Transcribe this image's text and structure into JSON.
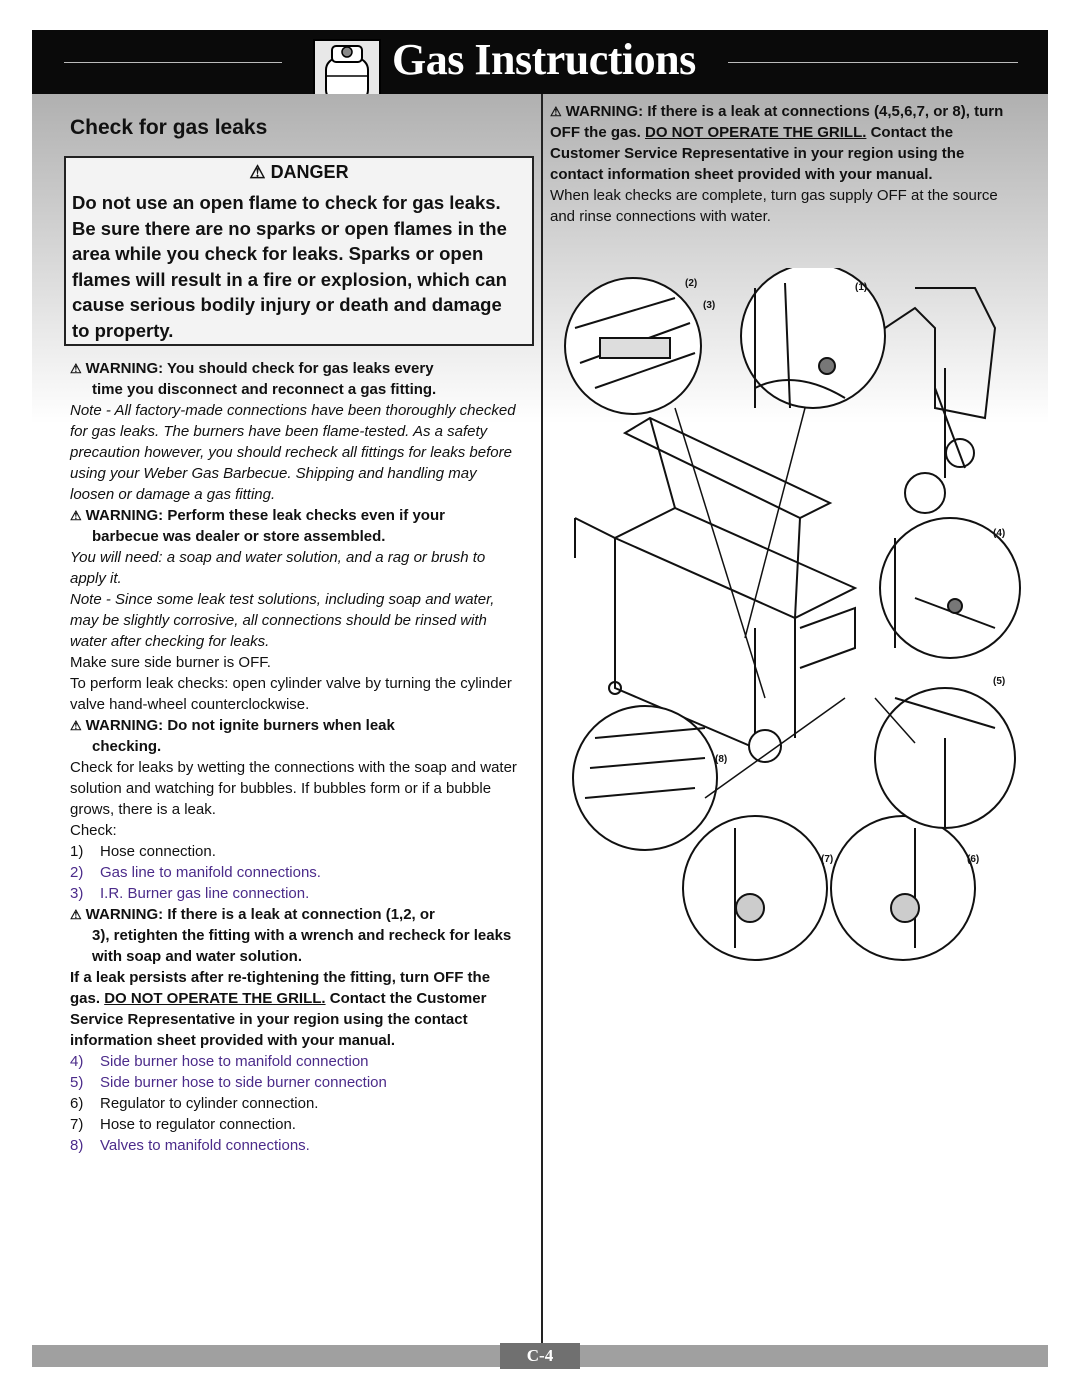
{
  "header": {
    "title": "Gas Instructions"
  },
  "section_title": "Check for gas leaks",
  "danger": {
    "heading": "DANGER",
    "text": "Do not use an open flame to check for gas leaks. Be sure there are no sparks or open flames in the area while you check for leaks. Sparks or open flames will result in a fire or explosion, which can cause serious bodily injury or death and damage to property."
  },
  "left": {
    "w1_a": "WARNING: You should check for gas leaks every",
    "w1_b": "time you disconnect and reconnect a gas fitting.",
    "note1": "Note - All factory-made connections have been thoroughly checked for gas leaks. The burners have been flame-tested. As a safety precaution however, you should recheck all fittings for leaks before using your Weber Gas Barbecue. Shipping and handling may loosen or damage a gas fitting.",
    "w2_a": "WARNING: Perform these leak checks even if your",
    "w2_b": "barbecue was dealer or store assembled.",
    "need": "You will need: a soap and water solution, and a rag or brush to apply it.",
    "note2": "Note - Since some leak test solutions, including soap and water, may be slightly corrosive, all connections should be rinsed with water after checking for leaks.",
    "side_off": "Make sure side burner is OFF.",
    "perform": "To perform leak checks: open cylinder valve by turning the cylinder valve hand-wheel counterclockwise.",
    "w3_a": "WARNING: Do not ignite burners when leak",
    "w3_b": "checking.",
    "check_text": "Check for leaks by wetting the connections with the soap and water solution and watching for bubbles. If bubbles form or if a bubble grows, there is a leak.",
    "check_label": "Check:",
    "list1": [
      {
        "n": "1)",
        "t": "Hose connection."
      },
      {
        "n": "2)",
        "t": "Gas line to manifold connections."
      },
      {
        "n": "3)",
        "t": "I.R. Burner gas line connection."
      }
    ],
    "w4_a": "WARNING: If there is a leak at connection (1,2, or",
    "w4_b": "3), retighten the fitting with a wrench and recheck for leaks with soap and water solution.",
    "persist_1": "If a leak persists after re-tightening the fitting, turn OFF the gas.",
    "persist_u": "DO NOT OPERATE THE GRILL.",
    "persist_2": "Contact the Customer Service Representative in your region using the contact information sheet provided with your manual.",
    "list2": [
      {
        "n": "4)",
        "t": "Side burner hose to manifold connection"
      },
      {
        "n": "5)",
        "t": "Side burner hose to side burner connection"
      },
      {
        "n": "6)",
        "t": "Regulator to cylinder connection."
      },
      {
        "n": "7)",
        "t": "Hose to regulator connection."
      },
      {
        "n": "8)",
        "t": "Valves to manifold connections."
      }
    ]
  },
  "right": {
    "w5_1": "WARNING: If there is a leak at connections (4,5,6,7, or 8), turn OFF the gas.",
    "w5_u": "DO NOT OPERATE THE GRILL.",
    "w5_2": "Contact the Customer Service Representative in your region using the contact information sheet provided with your manual.",
    "complete": "When leak checks are complete, turn gas supply OFF at the source and rinse connections with water."
  },
  "callouts": [
    "(1)",
    "(2)",
    "(3)",
    "(4)",
    "(5)",
    "(6)",
    "(7)",
    "(8)"
  ],
  "footer": {
    "page": "C-4"
  }
}
